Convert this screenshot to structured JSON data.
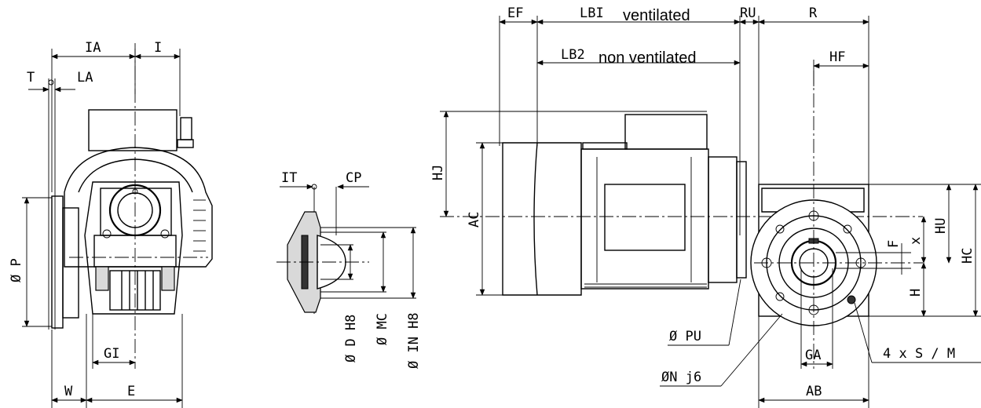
{
  "labels": {
    "IA": "IA",
    "I": "I",
    "T": "T",
    "LA": "LA",
    "P": "Ø P",
    "GI": "GI",
    "W": "W",
    "E": "E",
    "IT": "IT",
    "CP": "CP",
    "D": "Ø D H8",
    "MC": "Ø MC",
    "IN": "Ø IN H8",
    "EF": "EF",
    "LB1": "LBI",
    "LB1_note": "ventilated",
    "RU": "RU",
    "R": "R",
    "LB2": "LB2",
    "LB2_note": "non ventilated",
    "HF": "HF",
    "HJ": "HJ",
    "AC": "AC",
    "HU": "HU",
    "HC": "HC",
    "F": "F",
    "x": "x",
    "H": "H",
    "PU": "Ø PU",
    "N": "ØN j6",
    "GA": "GA",
    "AB": "AB",
    "S": "4 x S / M"
  }
}
